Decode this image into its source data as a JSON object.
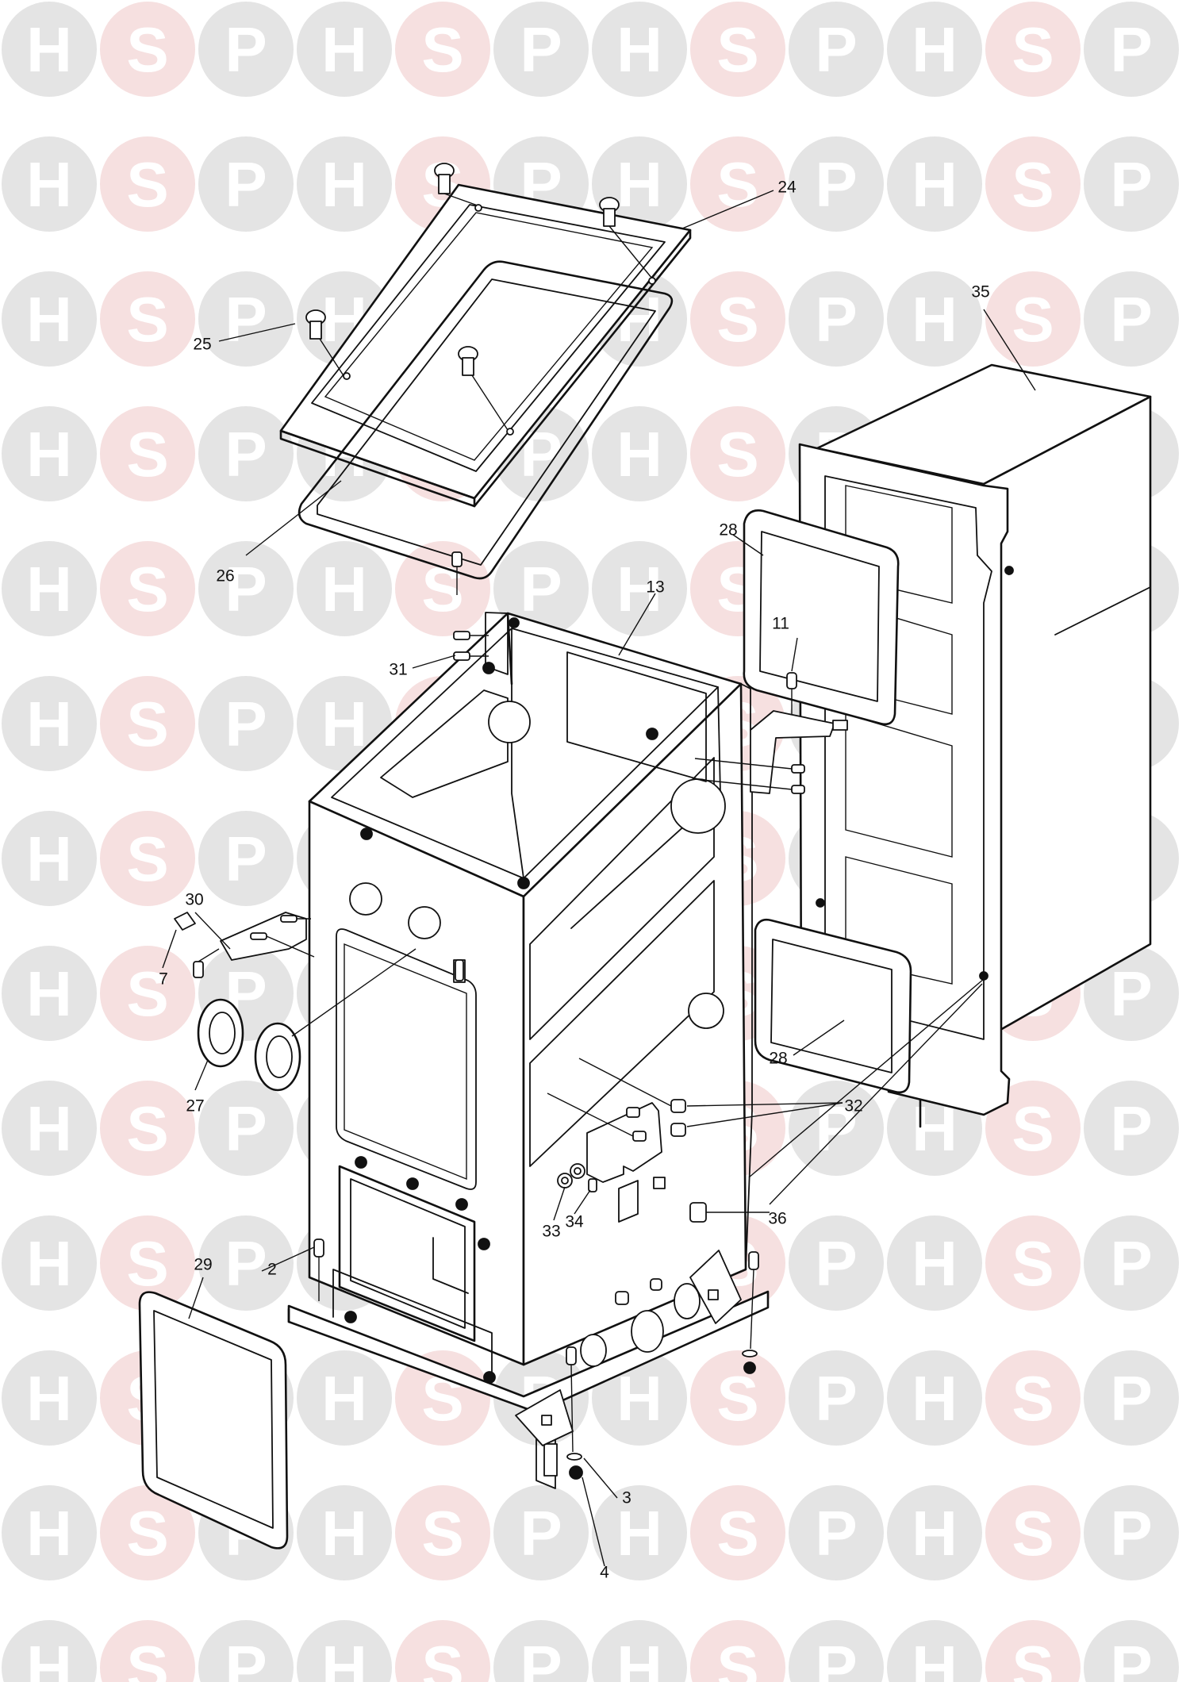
{
  "watermark": {
    "letters": [
      "H",
      "S",
      "P"
    ],
    "colors": {
      "H": "#e4e4e4",
      "S": "#f6e0e0",
      "P": "#e4e4e4"
    },
    "glyph_color": "#ffffff",
    "center_logo_colors": [
      "#c8d8ee",
      "#f0c9c9",
      "#c8d8ee"
    ]
  },
  "diagram": {
    "line_color": "#111111",
    "labels": [
      "24",
      "25",
      "26",
      "35",
      "28",
      "13",
      "11",
      "31",
      "30",
      "7",
      "27",
      "28",
      "32",
      "33",
      "34",
      "36",
      "2",
      "29",
      "3",
      "4"
    ]
  }
}
